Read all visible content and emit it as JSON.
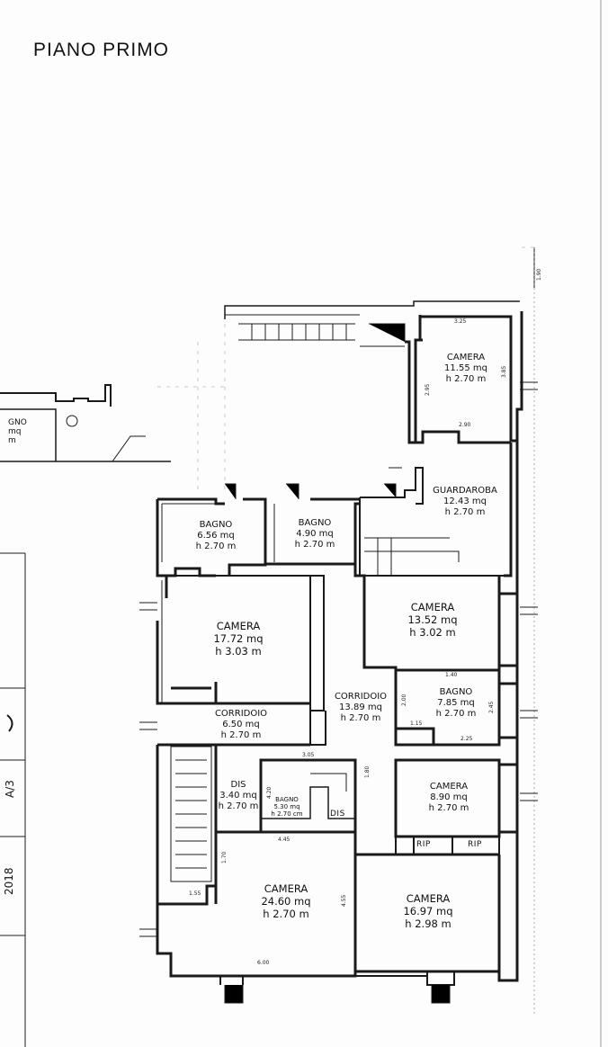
{
  "title": "PIANO PRIMO",
  "rooms": [
    {
      "id": "camera-1",
      "name": "CAMERA",
      "area": "11.55 mq",
      "height": "h 2.70 m"
    },
    {
      "id": "guardaroba",
      "name": "GUARDAROBA",
      "area": "12.43 mq",
      "height": "h 2.70 m"
    },
    {
      "id": "bagno-1",
      "name": "BAGNO",
      "area": "6.56 mq",
      "height": "h 2.70 m"
    },
    {
      "id": "bagno-2",
      "name": "BAGNO",
      "area": "4.90 mq",
      "height": "h 2.70 m"
    },
    {
      "id": "camera-2",
      "name": "CAMERA",
      "area": "13.52 mq",
      "height": "h 3.02 m"
    },
    {
      "id": "camera-3",
      "name": "CAMERA",
      "area": "17.72 mq",
      "height": "h 3.03 m"
    },
    {
      "id": "corridoio-1",
      "name": "CORRIDOIO",
      "area": "13.89 mq",
      "height": "h 2.70 m"
    },
    {
      "id": "bagno-3",
      "name": "BAGNO",
      "area": "7.85 mq",
      "height": "h 2.70 m"
    },
    {
      "id": "corridoio-2",
      "name": "CORRIDOIO",
      "area": "6.50 mq",
      "height": "h 2.70 m"
    },
    {
      "id": "camera-4",
      "name": "CAMERA",
      "area": "8.90 mq",
      "height": "h 2.70 m"
    },
    {
      "id": "dis-1",
      "name": "DIS",
      "area": "3.40 mq",
      "height": "h 2.70 m"
    },
    {
      "id": "bagno-4",
      "name": "BAGNO",
      "area": "5.30 mq",
      "height": "h 2.70 cm"
    },
    {
      "id": "camera-5",
      "name": "CAMERA",
      "area": "24.60 mq",
      "height": "h 2.70 m"
    },
    {
      "id": "camera-6",
      "name": "CAMERA",
      "area": "16.97 mq",
      "height": "h 2.98 m"
    }
  ],
  "tags": {
    "dis_2": "DIS",
    "rip_1": "RIP",
    "rip_2": "RIP"
  },
  "left_fragment": {
    "label": "GNO",
    "area": "mq",
    "height": "m"
  },
  "margin": {
    "sheet": "A/3",
    "year": "2018"
  },
  "dimensions": {
    "d_325": "3.25",
    "d_385": "3.85",
    "d_295": "2.95",
    "d_290": "2.90",
    "d_140": "1.40",
    "d_245": "2.45",
    "d_225": "2.25",
    "d_115": "1.15",
    "d_305": "3.05",
    "d_445": "4.45",
    "d_455": "4.55",
    "d_600": "6.00",
    "d_155": "1.55",
    "d_170": "1.70",
    "d_200": "2.00",
    "d_180": "1.80",
    "d_420": "4.20",
    "d_190": "1.90"
  }
}
